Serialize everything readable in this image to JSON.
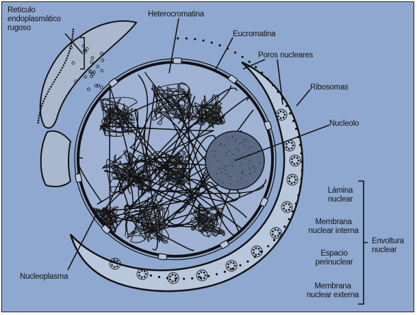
{
  "labels": {
    "reticulo": "Retículo\nendoplasmático\nrugoso",
    "heterocromatina": "Heterocromatina",
    "eucromatina": "Eucromatina",
    "poros": "Poros nucleares",
    "ribosomas": "Ribosomas",
    "nucleolo": "Nucleolo",
    "lamina": "Lámina\nnuclear",
    "membrana_interna": "Membrana\nnuclear interna",
    "espacio": "Espacio\nperinuclear",
    "membrana_externa": "Membrana\nnuclear externa",
    "envoltura": "Envoltura\nnuclear",
    "nucleoplasma": "Nucleoplasma"
  },
  "colors": {
    "background": "#8fa8cf",
    "envelope": "#b9c7dc",
    "reticulum": "#a9b8cd",
    "nucleus": "#9fb2d3",
    "nucleolus": "#5b6a82",
    "ink": "#111111"
  }
}
